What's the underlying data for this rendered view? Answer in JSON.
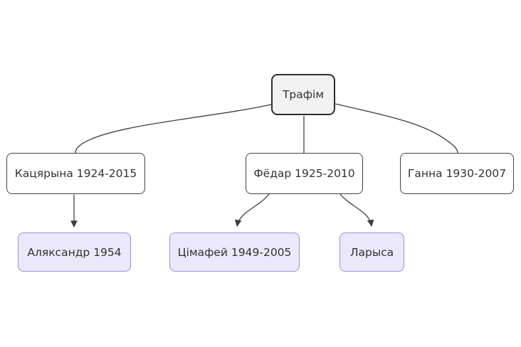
{
  "diagram": {
    "type": "family-tree-flowchart",
    "nodes": {
      "trafim": {
        "label": "Трафім",
        "style": "root"
      },
      "katsyaryna": {
        "label": "Кацярына 1924-2015",
        "style": "branch"
      },
      "fyodar": {
        "label": "Фёдар 1925-2010",
        "style": "branch"
      },
      "hanna": {
        "label": "Ганна 1930-2007",
        "style": "branch"
      },
      "alyaksandr": {
        "label": "Аляксандр 1954",
        "style": "leaf"
      },
      "tsimafey": {
        "label": "Цімафей 1949-2005",
        "style": "leaf"
      },
      "larysa": {
        "label": "Ларыса",
        "style": "leaf"
      }
    },
    "edges": [
      {
        "from": "trafim",
        "to": "katsyaryna",
        "arrowhead": false
      },
      {
        "from": "trafim",
        "to": "fyodar",
        "arrowhead": false
      },
      {
        "from": "trafim",
        "to": "hanna",
        "arrowhead": false
      },
      {
        "from": "katsyaryna",
        "to": "alyaksandr",
        "arrowhead": true
      },
      {
        "from": "fyodar",
        "to": "tsimafey",
        "arrowhead": true
      },
      {
        "from": "fyodar",
        "to": "larysa",
        "arrowhead": true
      }
    ],
    "colors": {
      "background": "#ffffff",
      "text": "#333333",
      "edge": "#3f3f3f",
      "root_fill": "#f2f2f2",
      "root_stroke": "#2d2d2d",
      "branch_fill": "#ffffff",
      "branch_stroke": "#424242",
      "leaf_fill": "#ebe8f9",
      "leaf_stroke": "#9b8fd9"
    }
  }
}
